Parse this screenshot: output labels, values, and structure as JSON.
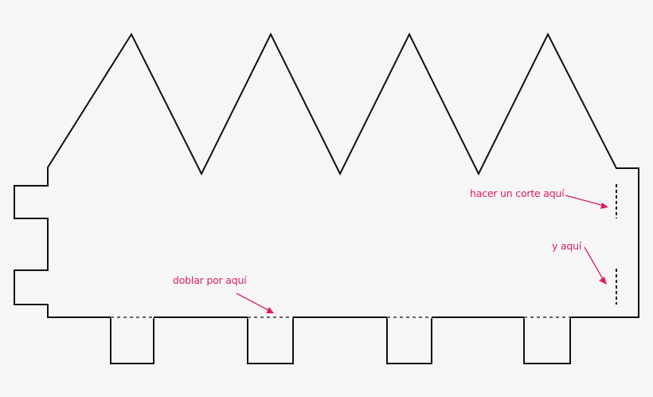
{
  "colors": {
    "outline": "#111111",
    "annotation": "#dc1f5e",
    "background": "#f6f6f6"
  },
  "annotations": {
    "cut_here": "hacer un corte aquí",
    "and_here": "y aquí",
    "fold_here": "doblar por aquí"
  }
}
